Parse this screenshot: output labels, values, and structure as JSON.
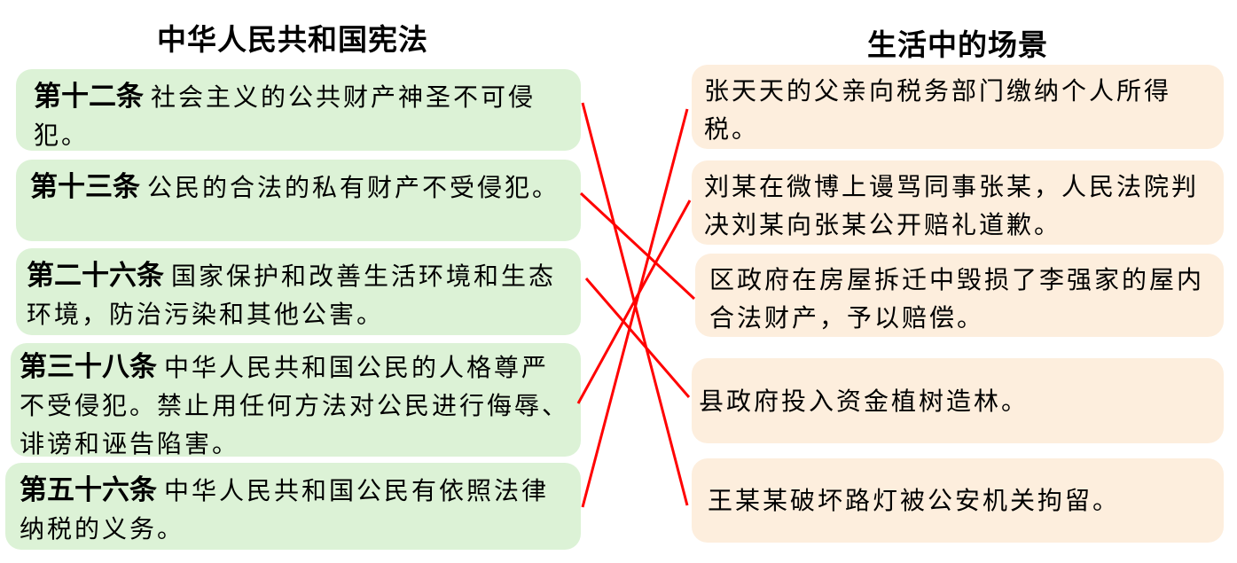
{
  "headings": {
    "left": "中华人民共和国宪法",
    "right": "生活中的场景"
  },
  "articles": [
    {
      "number": "第十二条",
      "text": "社会主义的公共财产神圣不可侵犯。"
    },
    {
      "number": "第十三条",
      "text": "公民的合法的私有财产不受侵犯。"
    },
    {
      "number": "第二十六条",
      "text": "国家保护和改善生活环境和生态环境，防治污染和其他公害。"
    },
    {
      "number": "第三十八条",
      "text": "中华人民共和国公民的人格尊严不受侵犯。禁止用任何方法对公民进行侮辱、诽谤和诬告陷害。"
    },
    {
      "number": "第五十六条",
      "text": "中华人民共和国公民有依照法律纳税的义务。"
    }
  ],
  "scenarios": [
    {
      "text": "张天天的父亲向税务部门缴纳个人所得税。"
    },
    {
      "text": "刘某在微博上谩骂同事张某，人民法院判决刘某向张某公开赔礼道歉。"
    },
    {
      "text": "区政府在房屋拆迁中毁损了李强家的屋内合法财产，予以赔偿。"
    },
    {
      "text": "县政府投入资金植树造林。"
    },
    {
      "text": "王某某破坏路灯被公安机关拘留。"
    }
  ],
  "connections": [
    {
      "from_article": 0,
      "to_scenario": 4
    },
    {
      "from_article": 1,
      "to_scenario": 2
    },
    {
      "from_article": 2,
      "to_scenario": 3
    },
    {
      "from_article": 3,
      "to_scenario": 1
    },
    {
      "from_article": 4,
      "to_scenario": 0
    }
  ],
  "colors": {
    "article_bg": "#dcf2d6",
    "scenario_bg": "#fdeedd",
    "line": "#ff0000"
  }
}
